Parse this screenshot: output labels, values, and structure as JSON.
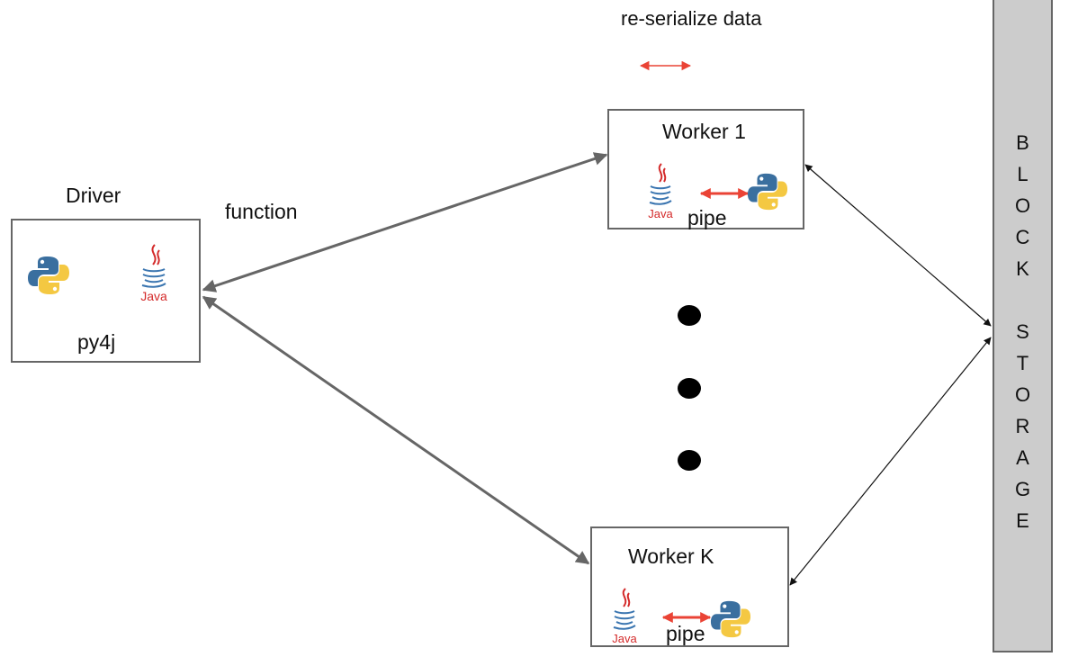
{
  "legend": {
    "text": "re-serialize data"
  },
  "edge_label": {
    "text": "function"
  },
  "driver": {
    "title": "Driver",
    "caption": "py4j"
  },
  "worker1": {
    "title": "Worker 1",
    "pipe": "pipe",
    "java_text": "Java"
  },
  "workerk": {
    "title": "Worker K",
    "pipe": "pipe",
    "java_text": "Java"
  },
  "driver_java_text": "Java",
  "storage": {
    "letters": [
      "B",
      "L",
      "O",
      "C",
      "K",
      "S",
      "T",
      "O",
      "R",
      "A",
      "G",
      "E"
    ]
  },
  "colors": {
    "box_border": "#666666",
    "storage_fill": "#cccccc",
    "arrow_gray": "#666666",
    "arrow_red": "#ea4335",
    "java_red": "#d42b2b",
    "java_blue": "#3a75b0",
    "python_blue": "#3a6f9f",
    "python_yellow": "#f4c842"
  },
  "icons": [
    "python-icon",
    "java-icon"
  ]
}
